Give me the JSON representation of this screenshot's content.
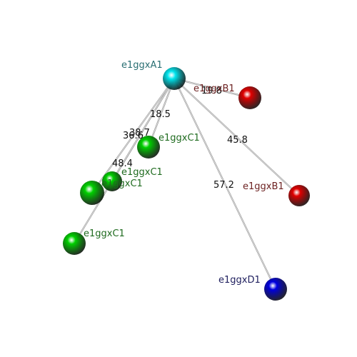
{
  "nodes": [
    {
      "id": "A1",
      "label": "e1ggxA1",
      "color": "#00e5ee",
      "label_color": "#2a6f73"
    },
    {
      "id": "B1a",
      "label": "e1ggxB1",
      "color": "#e00000",
      "label_color": "#6b1f1f"
    },
    {
      "id": "B1b",
      "label": "e1ggxB1",
      "color": "#e00000",
      "label_color": "#6b1f1f"
    },
    {
      "id": "C1a",
      "label": "e1ggxC1",
      "color": "#00d000",
      "label_color": "#1f6b1f"
    },
    {
      "id": "C1b",
      "label": "e1ggxC1",
      "color": "#00d000",
      "label_color": "#1f6b1f"
    },
    {
      "id": "C1c",
      "label": "e1ggxC1",
      "color": "#00d000",
      "label_color": "#1f6b1f"
    },
    {
      "id": "C1d",
      "label": "e1ggxC1",
      "color": "#00d000",
      "label_color": "#1f6b1f"
    },
    {
      "id": "D1",
      "label": "e1ggxD1",
      "color": "#0000e0",
      "label_color": "#20205f"
    }
  ],
  "edges": [
    {
      "from": "A1",
      "to": "B1a",
      "label": "19.8"
    },
    {
      "from": "A1",
      "to": "B1b",
      "label": "45.8"
    },
    {
      "from": "A1",
      "to": "C1a",
      "label": "18.5"
    },
    {
      "from": "A1",
      "to": "C1b",
      "label": "36.6"
    },
    {
      "from": "A1",
      "to": "C1c",
      "label": "38.7"
    },
    {
      "from": "A1",
      "to": "C1d",
      "label": "48.4"
    },
    {
      "from": "A1",
      "to": "D1",
      "label": "57.2"
    }
  ]
}
